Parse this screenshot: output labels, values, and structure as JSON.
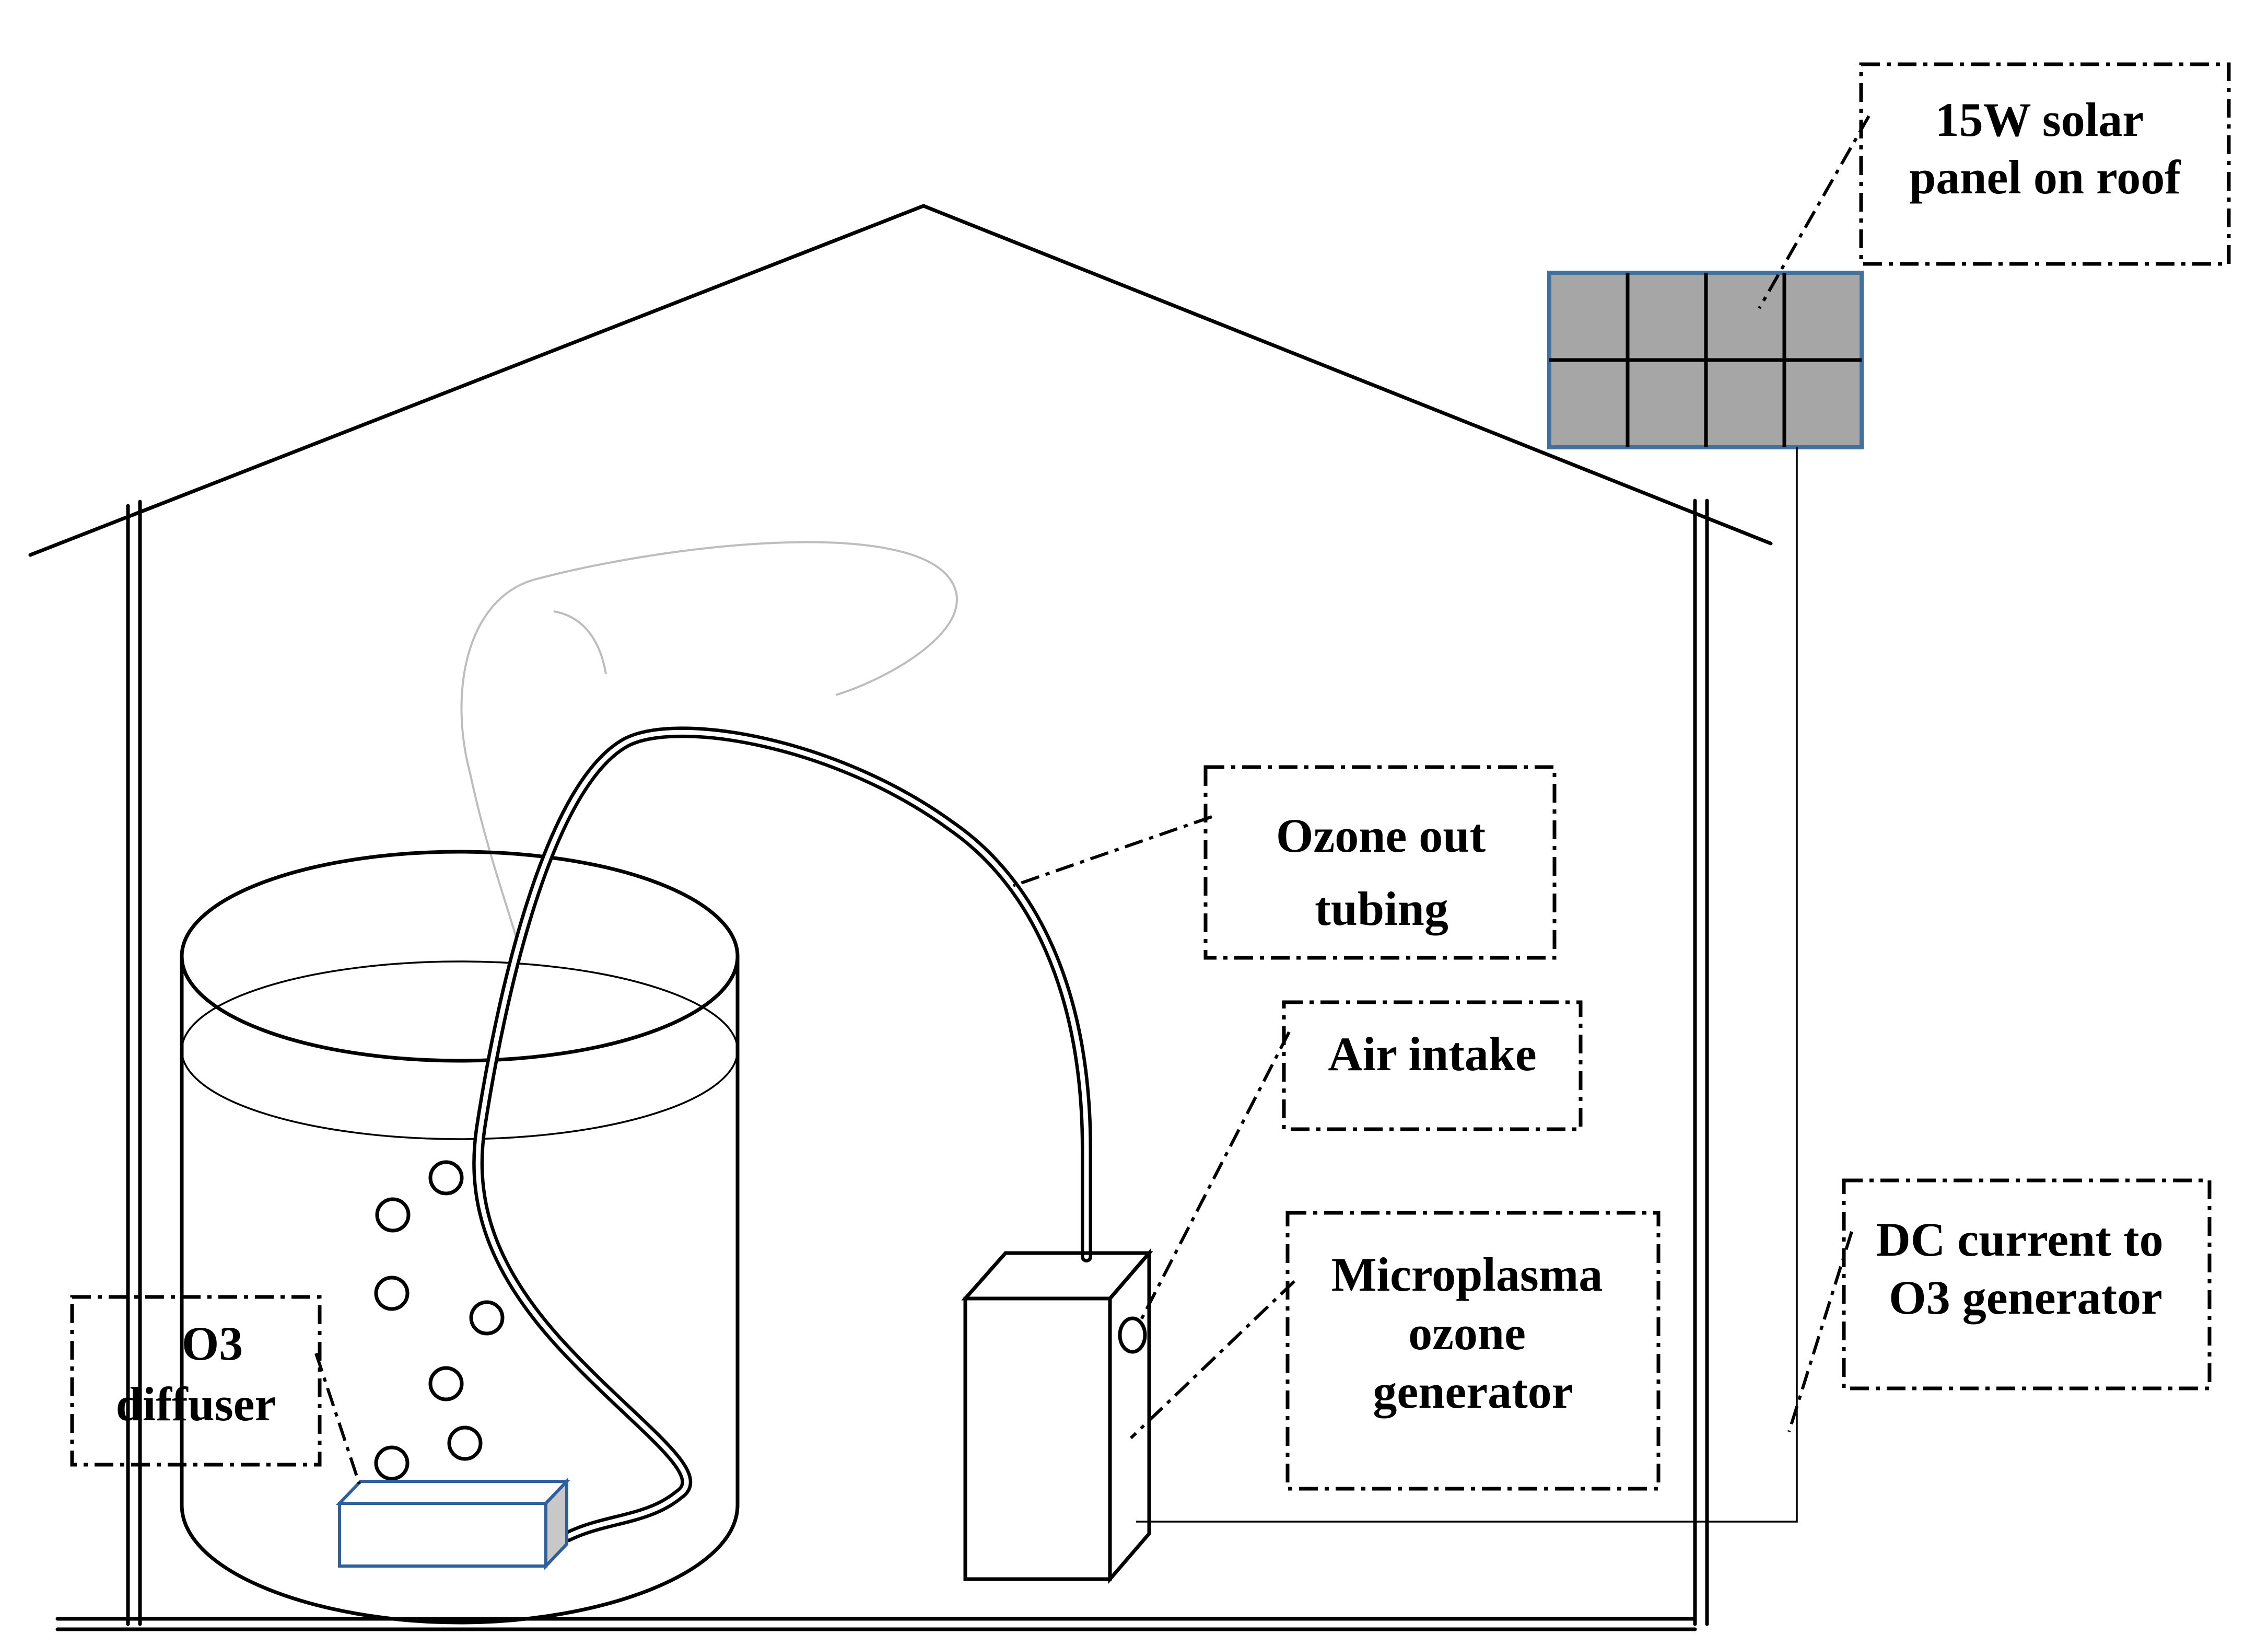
{
  "labels": {
    "solar_panel": [
      "15W solar",
      "panel on roof"
    ],
    "ozone_tubing": [
      "Ozone out",
      "tubing"
    ],
    "air_intake": [
      "Air intake"
    ],
    "generator": [
      "Microplasma",
      "ozone",
      "generator"
    ],
    "dc_current": [
      "DC current to",
      "O3 generator"
    ],
    "diffuser": [
      "O3",
      "diffuser"
    ]
  },
  "colors": {
    "line": "#000000",
    "panel_fill": "#a6a6a6",
    "panel_border": "#41719c",
    "diffuser_border": "#2e5f9e",
    "diffuser_end": "#c8c8c8",
    "smoke": "#bdbdbd"
  }
}
